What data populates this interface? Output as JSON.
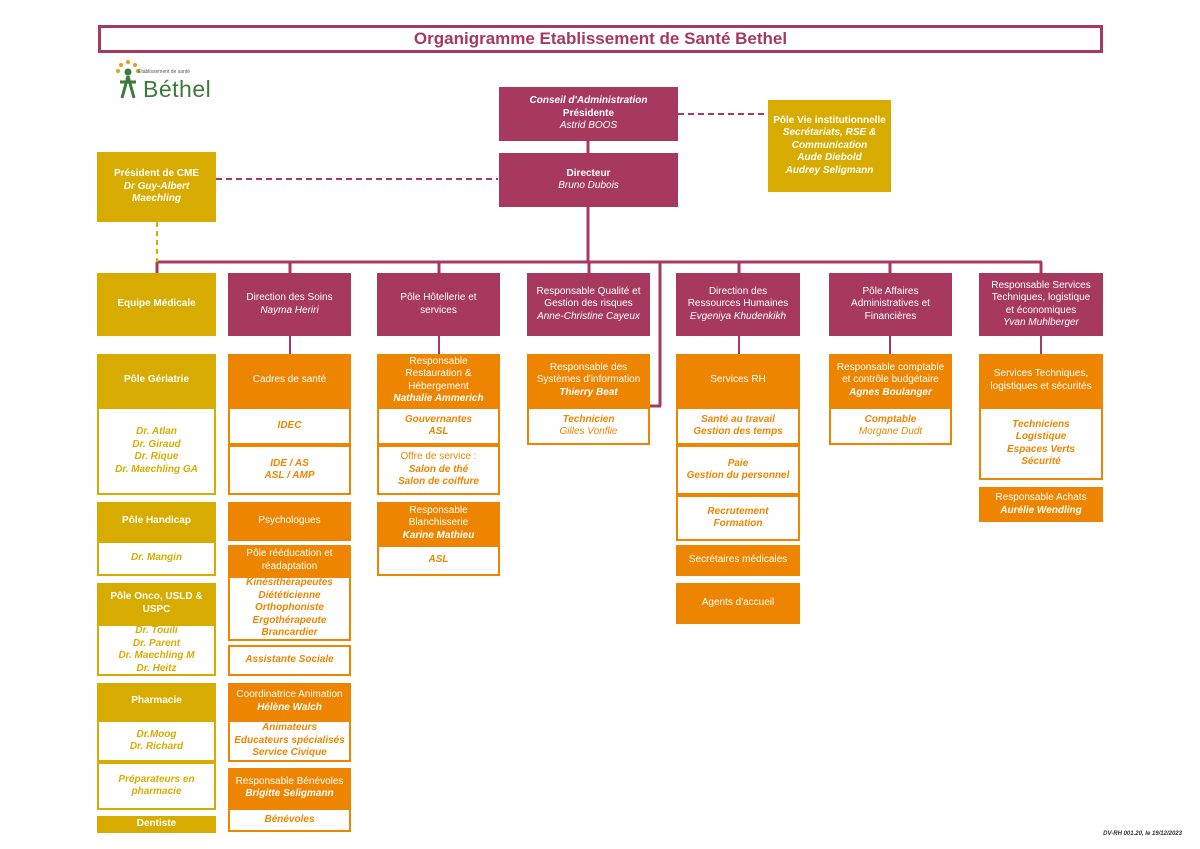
{
  "title": "Organigramme Etablissement de Santé Bethel",
  "logo": {
    "tagline": "Établissement de santé",
    "name": "Béthel"
  },
  "footer_ref": "DV-RH 001.20, le 19/12/2023",
  "colors": {
    "plum": "#a7395f",
    "gold": "#d8ab00",
    "orange": "#ee8500"
  },
  "top": {
    "conseil": {
      "line1": "Conseil d'Administration",
      "line2": "Présidente",
      "name": "Astrid BOOS"
    },
    "directeur": {
      "title": "Directeur",
      "name": "Bruno Dubois"
    },
    "vie_inst": {
      "title": "Pôle Vie institutionnelle",
      "sub1": "Secrétariats, RSE &",
      "sub2": "Communication",
      "name1": "Aude Diebold",
      "name2": "Audrey Seligmann"
    },
    "cme": {
      "title": "Président de CME",
      "name1": "Dr Guy-Albert",
      "name2": "Maechling"
    }
  },
  "col1": {
    "header": "Equipe Médicale",
    "geriatrie": {
      "title": "Pôle Gériatrie",
      "names": [
        "Dr. Atlan",
        "Dr. Giraud",
        "Dr. Rique",
        "Dr. Maechling GA"
      ]
    },
    "handicap": {
      "title": "Pôle Handicap",
      "names": [
        "Dr. Mangin"
      ]
    },
    "onco": {
      "title1": "Pôle Onco, USLD &",
      "title2": "USPC",
      "names": [
        "Dr. Touili",
        "Dr. Parent",
        "Dr. Maechling M",
        "Dr. Heitz"
      ]
    },
    "pharmacie": {
      "title": "Pharmacie",
      "names": [
        "Dr.Moog",
        "Dr. Richard"
      ],
      "prep1": "Préparateurs en",
      "prep2": "pharmacie"
    },
    "dentiste": "Dentiste"
  },
  "col2": {
    "header": {
      "title": "Direction des Soins",
      "name": "Nayma Heriri"
    },
    "cadres": "Cadres de santé",
    "idec": "IDEC",
    "ide1": "IDE / AS",
    "ide2": "ASL / AMP",
    "psy": "Psychologues",
    "reed": {
      "title1": "Pôle rééducation et",
      "title2": "réadaptation",
      "items": [
        "Kinésithérapeutes",
        "Diététicienne",
        "Orthophoniste",
        "Ergothérapeute",
        "Brancardier"
      ]
    },
    "assist": "Assistante Sociale",
    "coord": {
      "title": "Coordinatrice Animation",
      "name": "Hélène Walch",
      "items": [
        "Animateurs",
        "Educateurs spécialisés",
        "Service Civique"
      ]
    },
    "benev": {
      "title": "Responsable  Bénévoles",
      "name": "Brigitte Seligmann",
      "item": "Bénévoles"
    }
  },
  "col3": {
    "header": {
      "line1": "Pôle Hôtellerie et",
      "line2": "services"
    },
    "resto": {
      "line1": "Responsable",
      "line2": "Restauration &",
      "line3": "Hébergement",
      "name": "Nathalie Ammerich"
    },
    "gouv1": "Gouvernantes",
    "gouv2": "ASL",
    "offre": {
      "line1": "Offre de service :",
      "line2": "Salon de thé",
      "line3": "Salon de coiffure"
    },
    "blanch": {
      "line1": "Responsable",
      "line2": "Blanchisserie",
      "name": "Karine Mathieu"
    },
    "asl": "ASL"
  },
  "col4": {
    "header": {
      "line1": "Responsable Qualité et",
      "line2": "Gestion des risques",
      "name": "Anne-Christine Cayeux"
    },
    "si": {
      "line1": "Responsable des",
      "line2": "Systèmes d'information",
      "name": "Thierry Beat"
    },
    "tech": {
      "title": "Technicien",
      "name": "Gilles Vonflie"
    }
  },
  "col5": {
    "header": {
      "line1": "Direction des",
      "line2": "Ressources Humaines",
      "name": "Evgeniya Khudenkikh"
    },
    "srh": "Services RH",
    "sante1": "Santé au travail",
    "sante2": "Gestion des temps",
    "paie1": "Paie",
    "paie2": "Gestion du personnel",
    "recrut1": "Recrutement",
    "recrut2": "Formation",
    "secret": "Secrétaires médicales",
    "accueil": "Agents d'accueil"
  },
  "col6": {
    "header": {
      "line1": "Pôle Affaires",
      "line2": "Administratives et",
      "line3": "Financières"
    },
    "compta": {
      "line1": "Responsable comptable",
      "line2": "et contrôle budgétaire",
      "name": "Agnes Boulanger"
    },
    "comptable": {
      "title": "Comptable",
      "name": "Morgane Dudt"
    }
  },
  "col7": {
    "header": {
      "line1": "Responsable Services",
      "line2": "Techniques, logistique",
      "line3": "et économiques",
      "name": "Yvan Muhlberger"
    },
    "serv": {
      "line1": "Services Techniques,",
      "line2": "logistiques et sécurités"
    },
    "items": [
      "Techniciens",
      "Logistique",
      "Espaces Verts",
      "Sécurité"
    ],
    "achats": {
      "title": "Responsable Achats",
      "name": "Aurélie Wendling"
    }
  }
}
